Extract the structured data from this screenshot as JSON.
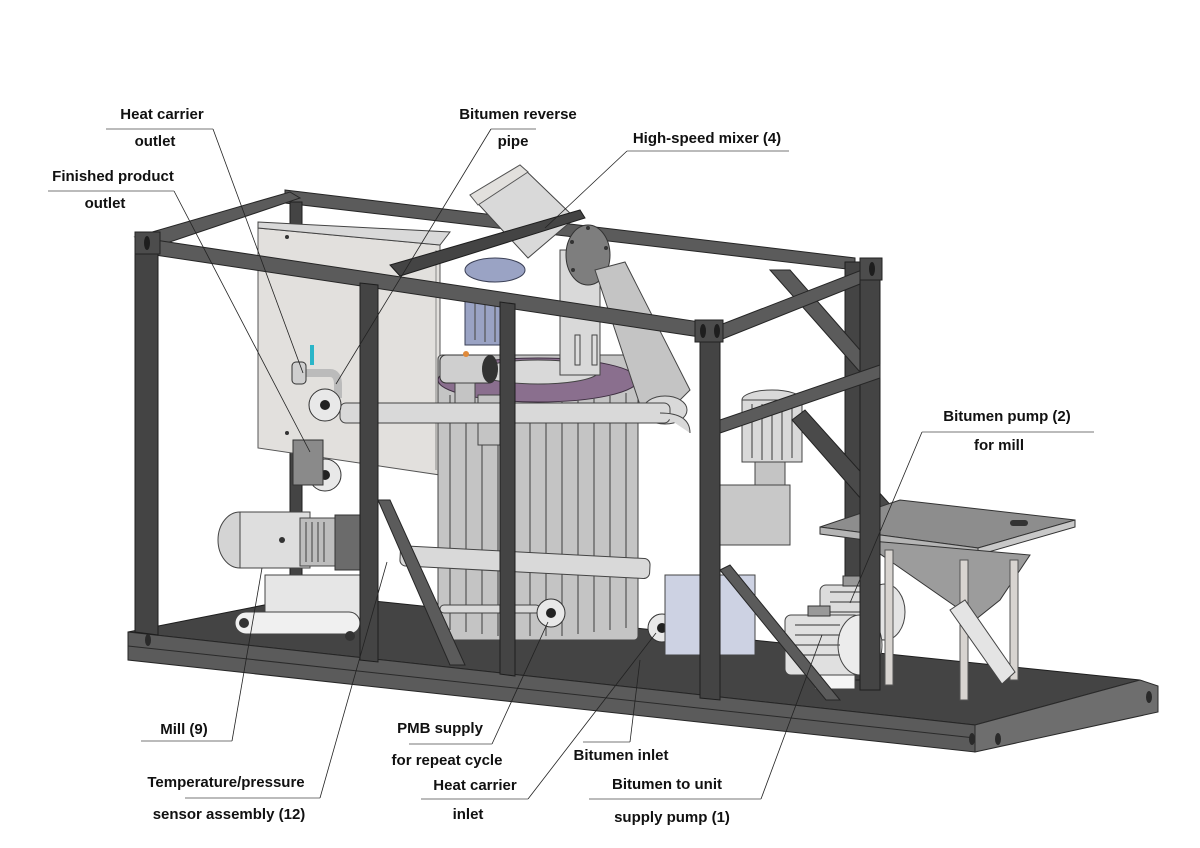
{
  "diagram": {
    "subject": "Polymer-modified bitumen (PMB) production unit on skid frame",
    "colors": {
      "frame": "#5b5b5b",
      "steel": "#d9d9d9",
      "motor_accent": "#9aa3c4",
      "mixer_flange": "#8a6f8e",
      "sensor_tip": "#2bb5c8",
      "label_text": "#111111",
      "leader_line": "#222222"
    },
    "components": [
      "skid-frame",
      "base-plate",
      "heat-exchanger-panel",
      "reactor-tank",
      "high-speed-mixer",
      "mixer-motor",
      "mill",
      "bitumen-pump-for-mill",
      "supply-pump",
      "hopper",
      "screw-conveyor",
      "pneumatic-valve",
      "pipework"
    ],
    "callouts": [
      {
        "id": "heat-carrier-outlet",
        "line1": "Heat carrier",
        "line2": "outlet"
      },
      {
        "id": "finished-product-outlet",
        "line1": "Finished product",
        "line2": "outlet"
      },
      {
        "id": "bitumen-reverse-pipe",
        "line1": "Bitumen reverse",
        "line2": "pipe"
      },
      {
        "id": "high-speed-mixer",
        "line1": "High-speed mixer (4)",
        "line2": ""
      },
      {
        "id": "bitumen-pump-for-mill",
        "line1": "Bitumen pump (2)",
        "line2": "for mill"
      },
      {
        "id": "mill",
        "line1": "Mill (9)",
        "line2": ""
      },
      {
        "id": "temp-pressure-sensor",
        "line1": "Temperature/pressure",
        "line2": "sensor assembly (12)"
      },
      {
        "id": "pmb-supply",
        "line1": "PMB supply",
        "line2": "for repeat cycle"
      },
      {
        "id": "heat-carrier-inlet",
        "line1": "Heat carrier",
        "line2": "inlet"
      },
      {
        "id": "bitumen-inlet",
        "line1": "Bitumen inlet",
        "line2": ""
      },
      {
        "id": "bitumen-supply-pump",
        "line1": "Bitumen to unit",
        "line2": "supply pump (1)"
      }
    ]
  }
}
